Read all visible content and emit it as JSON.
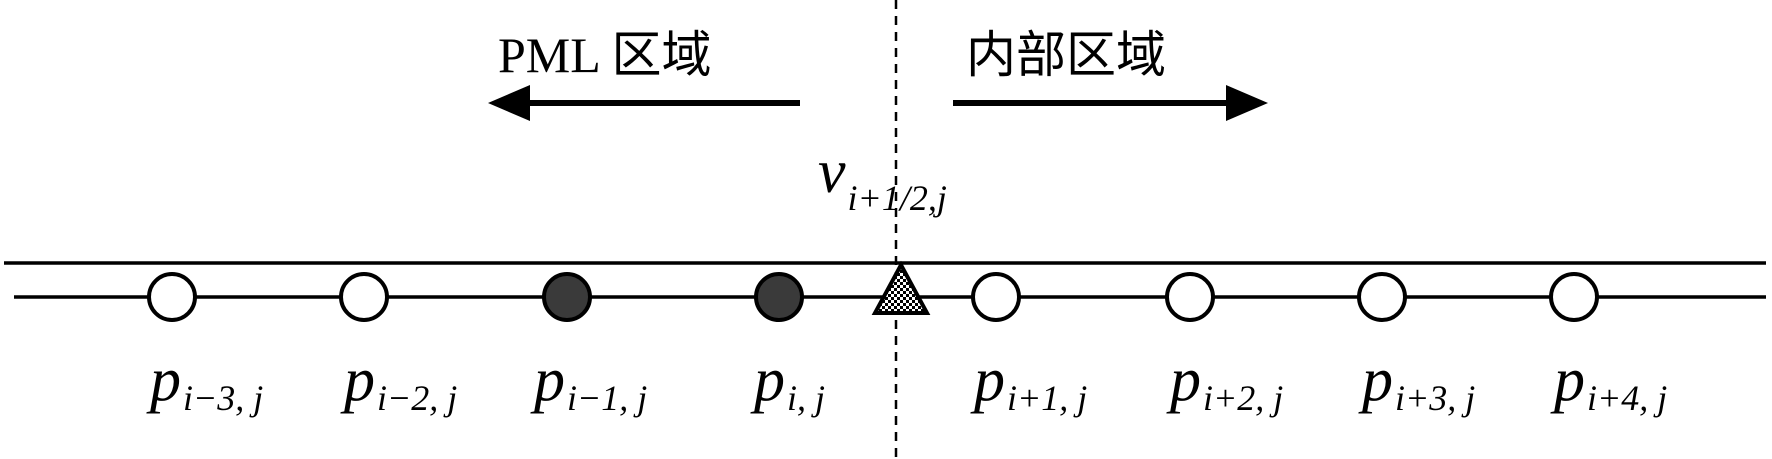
{
  "regions": {
    "left_label": "PML 区域",
    "right_label": "内部区域"
  },
  "velocity_node": {
    "symbol": "v",
    "subscript": "i+1/2,j"
  },
  "pressure_nodes": [
    {
      "symbol": "p",
      "subscript": "i−3, j",
      "style": "hollow"
    },
    {
      "symbol": "p",
      "subscript": "i−2, j",
      "style": "hollow"
    },
    {
      "symbol": "p",
      "subscript": "i−1, j",
      "style": "filled"
    },
    {
      "symbol": "p",
      "subscript": "i, j",
      "style": "filled"
    },
    {
      "symbol": "p",
      "subscript": "i+1, j",
      "style": "hollow"
    },
    {
      "symbol": "p",
      "subscript": "i+2, j",
      "style": "hollow"
    },
    {
      "symbol": "p",
      "subscript": "i+3, j",
      "style": "hollow"
    },
    {
      "symbol": "p",
      "subscript": "i+4, j",
      "style": "hollow"
    }
  ],
  "colors": {
    "line": "#000000",
    "filled_node": "#3a3a3a",
    "hollow_node": "#ffffff"
  }
}
